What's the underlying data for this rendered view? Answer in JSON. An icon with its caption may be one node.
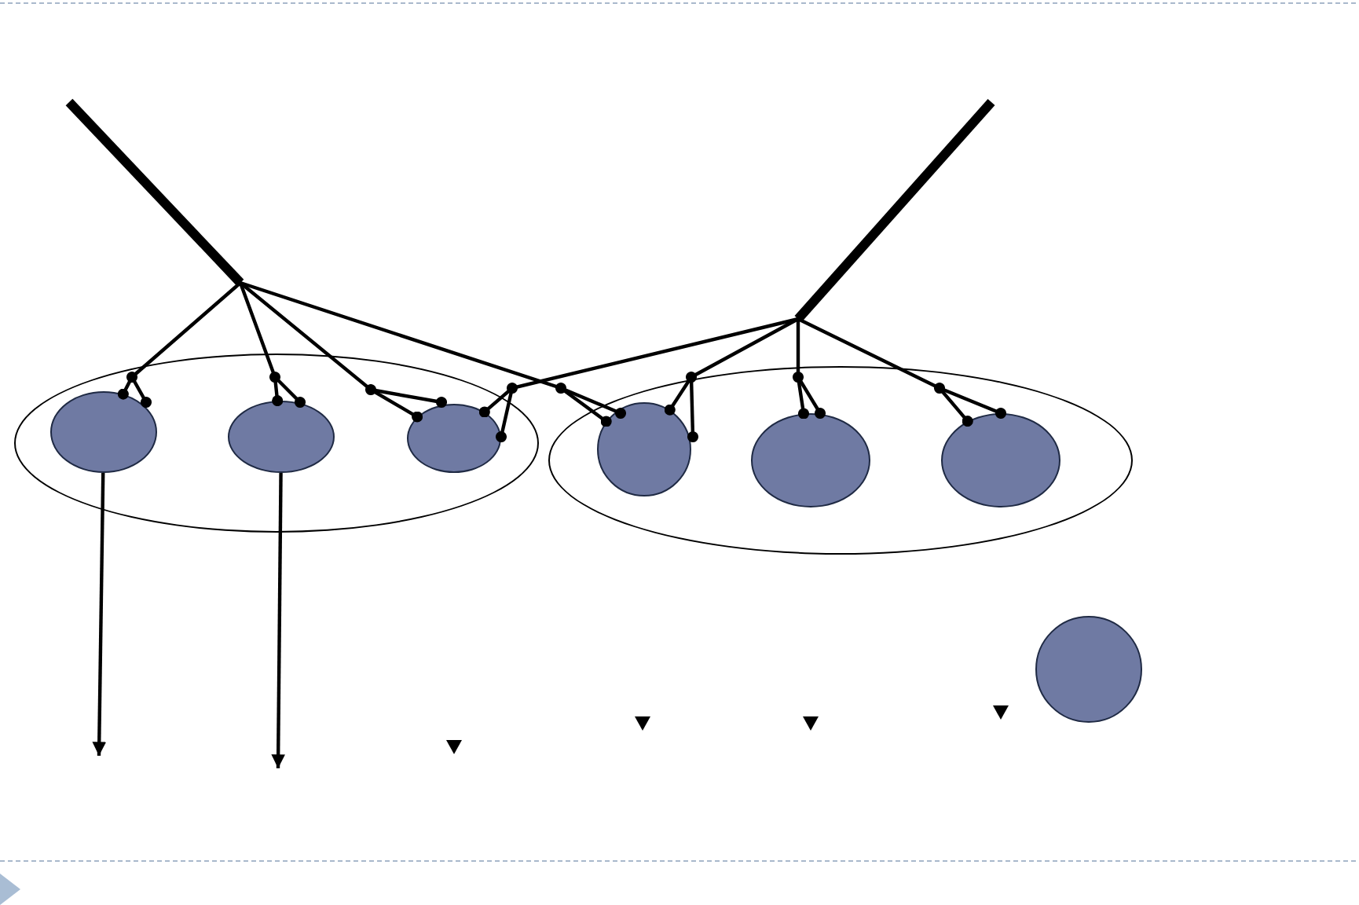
{
  "diagram": {
    "nodes": [
      {
        "text": [],
        "shape": "ellipse"
      },
      {
        "text": [],
        "shape": "ellipse"
      },
      {
        "text": [],
        "shape": "circle",
        "in": 0
      },
      {
        "text": [],
        "shape": "circle",
        "in": 0
      },
      {
        "text": [],
        "shape": "circle",
        "in": 0
      },
      {
        "text": [],
        "shape": "circle",
        "in": 1
      },
      {
        "text": [],
        "shape": "circle",
        "in": 1
      },
      {
        "text": [],
        "shape": "circle",
        "in": 1
      },
      {
        "text": [],
        "shape": "circle"
      }
    ],
    "edges": [
      {
        "from": null,
        "to": 2,
        "arrow": "other"
      },
      {
        "from": null,
        "to": 3,
        "arrow": "other"
      },
      {
        "from": null,
        "to": 4,
        "arrow": "other"
      },
      {
        "from": null,
        "to": 5,
        "arrow": "other"
      },
      {
        "from": null,
        "to": 4,
        "arrow": "other"
      },
      {
        "from": null,
        "to": 5,
        "arrow": "other"
      },
      {
        "from": null,
        "to": 6,
        "arrow": "other"
      },
      {
        "from": null,
        "to": 7,
        "arrow": "other"
      },
      {
        "from": 2,
        "to": null,
        "arrow": "to"
      },
      {
        "from": 3,
        "to": null,
        "arrow": "to"
      }
    ]
  }
}
